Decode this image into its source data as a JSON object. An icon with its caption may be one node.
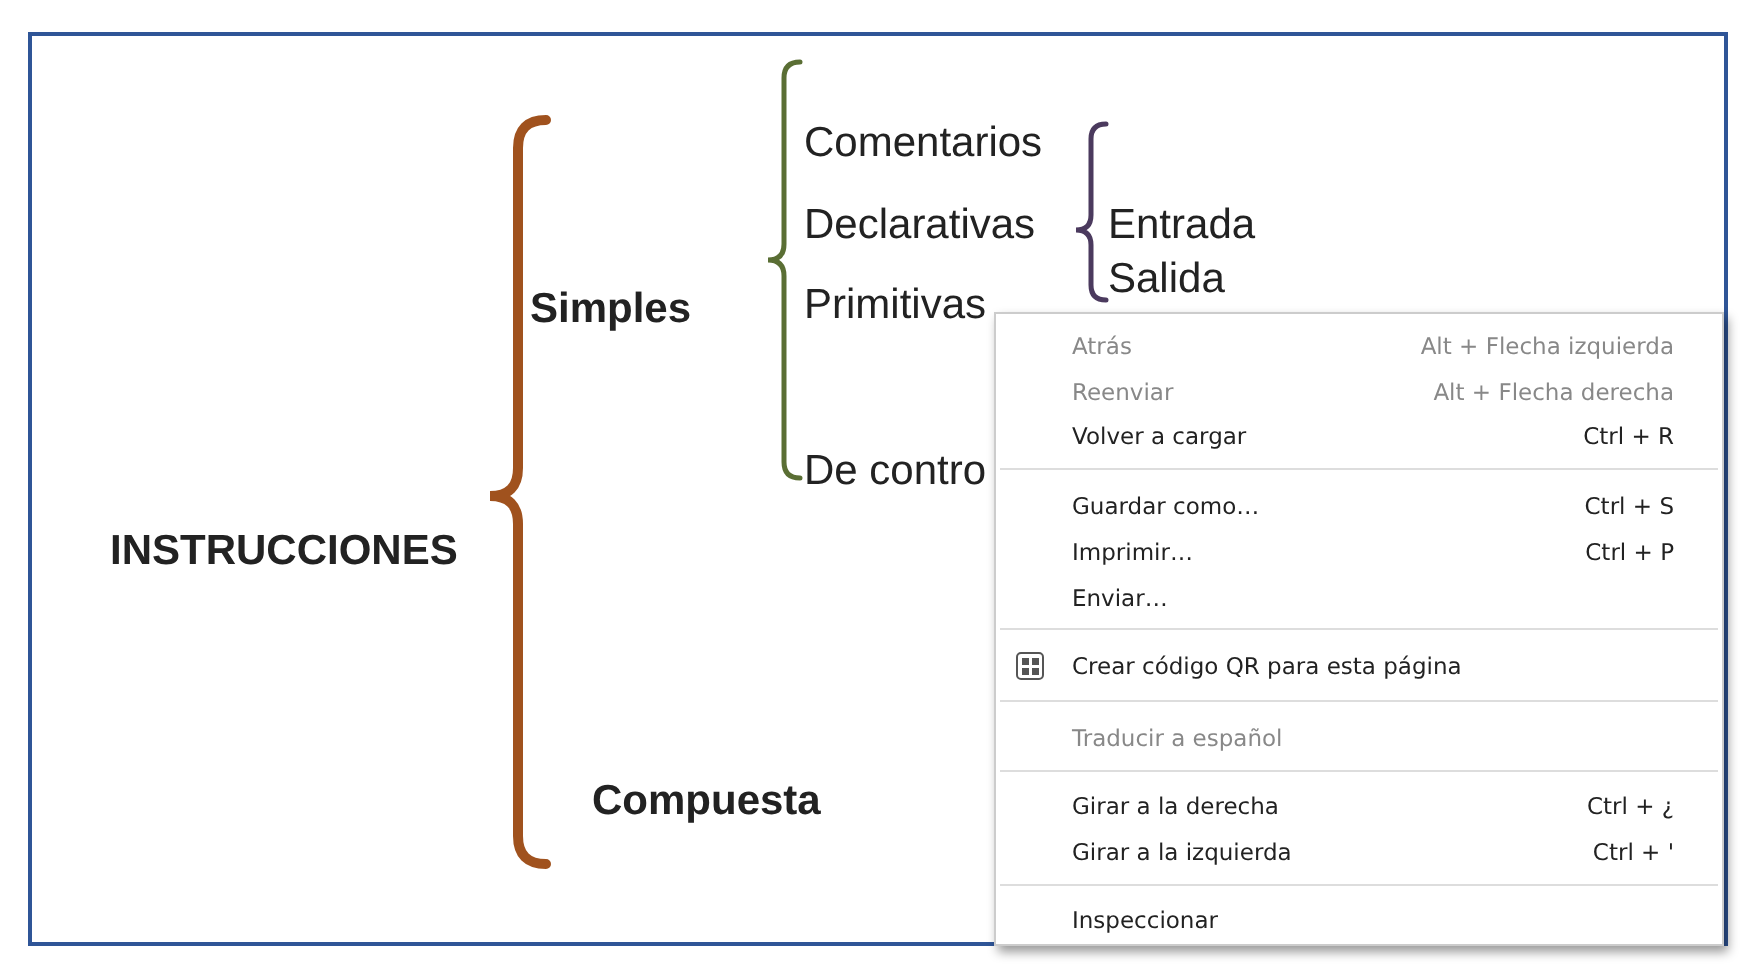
{
  "diagram": {
    "nodes": [
      {
        "text": [
          "Atrás",
          "Alt + Flecha izquierda",
          "Reenviar",
          "Alt + Flecha derecha",
          "Volver a cargar",
          "Ctrl + R",
          "Guardar como…",
          "Ctrl + S",
          "Imprimir…",
          "Ctrl + P",
          "Enviar…",
          "Crear código QR para esta página",
          "Traducir a español",
          "Girar a la derecha",
          "Ctrl + ¿",
          "Girar a la izquierda",
          "Ctrl + '",
          "Inspeccionar"
        ]
      }
    ],
    "labels": [
      "Comentarios",
      "Declarativas",
      "Entrada",
      "Simples",
      "Primitivas",
      "Salida",
      "De contro",
      "INSTRUCCIONES",
      "Compuesta"
    ]
  }
}
